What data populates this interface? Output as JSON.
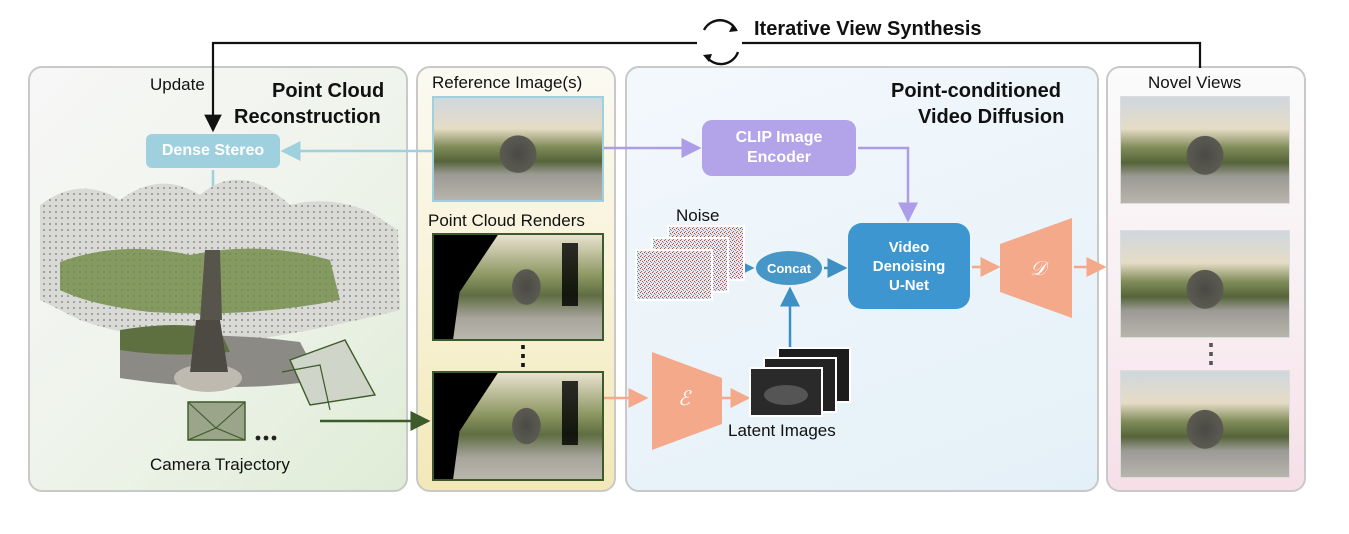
{
  "top": {
    "title": "Iterative View Synthesis",
    "update_label": "Update"
  },
  "panels": {
    "reconstruction": {
      "title_line1": "Point Cloud",
      "title_line2": "Reconstruction",
      "camera_label": "Camera Trajectory"
    },
    "references": {
      "reference_label": "Reference Image(s)",
      "renders_label": "Point Cloud Renders",
      "ellipsis": "⋮"
    },
    "diffusion": {
      "title_line1": "Point-conditioned",
      "title_line2": "Video Diffusion"
    },
    "novel": {
      "title": "Novel Views",
      "ellipsis": "⋮"
    }
  },
  "boxes": {
    "dense_stereo": "Dense Stereo",
    "clip_line1": "CLIP Image",
    "clip_line2": "Encoder",
    "concat": "Concat",
    "unet_line1": "Video",
    "unet_line2": "Denoising",
    "unet_line3": "U-Net"
  },
  "labels": {
    "noise": "Noise",
    "latent": "Latent Images",
    "encoder_symbol": "ℰ",
    "decoder_symbol": "𝒟"
  },
  "colors": {
    "dense_stereo": "#9fd0de",
    "clip": "#b3a4ea",
    "unet": "#3d96cf",
    "orange": "#f4a98a",
    "dark_green": "#3d5a2a"
  }
}
